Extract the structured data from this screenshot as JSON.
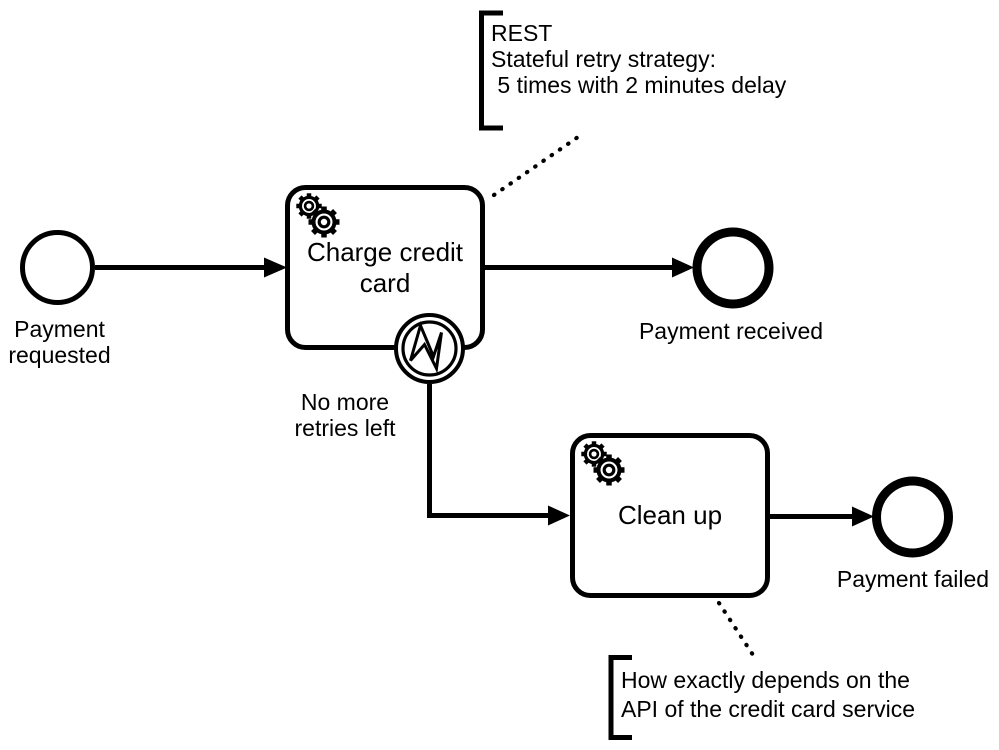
{
  "diagram": {
    "kind": "BPMN process diagram",
    "background_color": "#ffffff",
    "line_color": "#000000"
  },
  "annotations": {
    "retry_strategy": {
      "text": "REST\nStateful retry strategy:\n 5 times with 2 minutes delay"
    },
    "cleanup_hint": {
      "text": "How exactly depends on the\nAPI of the credit card service"
    }
  },
  "events": {
    "start": {
      "type": "start event",
      "label": "Payment\nrequested"
    },
    "payment_received": {
      "type": "end event",
      "label": "Payment received"
    },
    "error_boundary": {
      "type": "error boundary event",
      "icon": "lightning-error-icon",
      "label": "No more\nretries left"
    },
    "payment_failed": {
      "type": "end event",
      "label": "Payment failed"
    }
  },
  "tasks": {
    "charge_card": {
      "type": "service task",
      "icon": "gear-icon",
      "label": "Charge credit\ncard"
    },
    "clean_up": {
      "type": "service task",
      "icon": "gear-icon",
      "label": "Clean up"
    }
  }
}
